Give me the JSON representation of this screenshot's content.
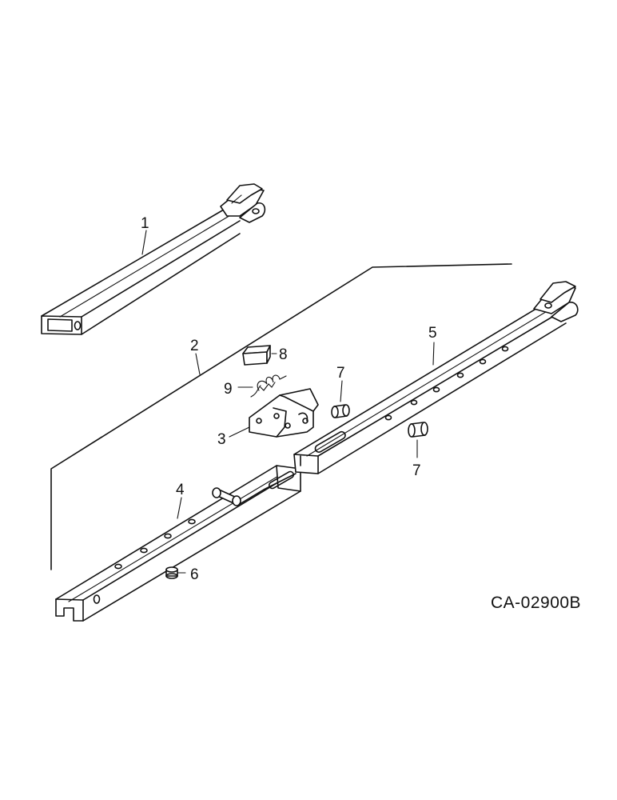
{
  "diagram": {
    "callouts": {
      "c1": "1",
      "c2": "2",
      "c3": "3",
      "c4": "4",
      "c5": "5",
      "c6": "6",
      "c7a": "7",
      "c7b": "7",
      "c8": "8",
      "c9": "9"
    },
    "drawing_code": "CA-02900B"
  }
}
